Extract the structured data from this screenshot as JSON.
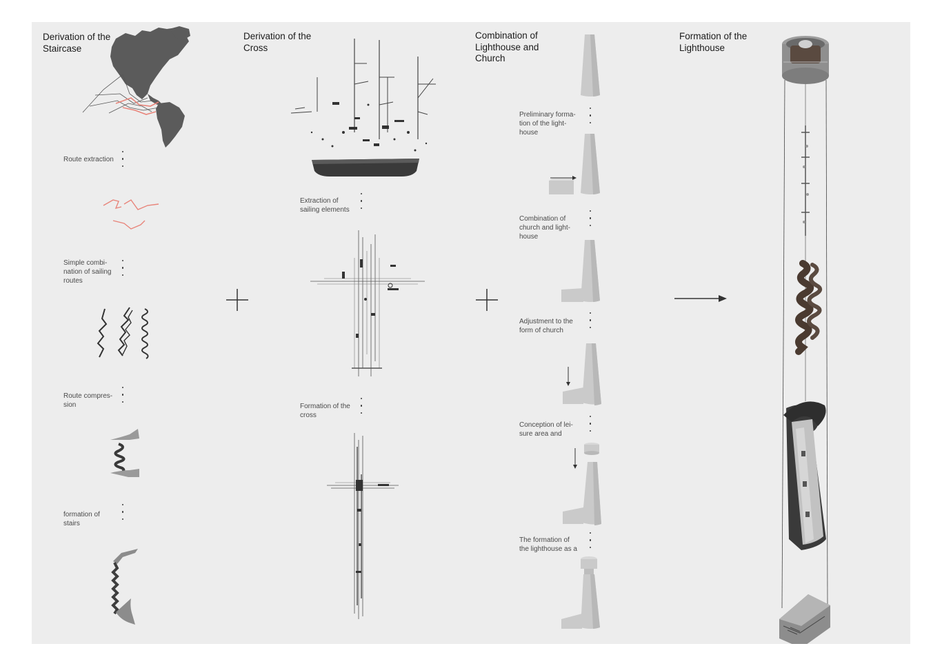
{
  "columns": {
    "staircase": {
      "title": "Derivation of the\nStaircase",
      "steps": [
        "Route extraction",
        "Simple combi-\nnation of  sailing\nroutes",
        "Route compres-\nsion",
        "formation of\nstairs"
      ]
    },
    "cross": {
      "title": "Derivation of the\nCross",
      "steps": [
        "Extraction of\nsailing elements",
        "Formation of the\ncross"
      ]
    },
    "combination": {
      "title": "Combination of\nLighthouse and\nChurch",
      "steps": [
        "Preliminary forma-\ntion of the light-\nhouse",
        "Combination of\nchurch and light-\nhouse",
        "Adjustment to the\nform of church",
        "Conception of lei-\nsure area and",
        "The formation of\nthe lighthouse as a"
      ]
    },
    "formation": {
      "title": "Formation of the\nLighthouse"
    }
  },
  "colors": {
    "background": "#ededed",
    "route_accent": "#e8847a",
    "ink": "#1a1a1a",
    "model_grey": "#c8c8c8"
  },
  "icons": [
    "world-map-icon",
    "plus-icon",
    "arrow-right-icon",
    "sailing-ship-icon"
  ]
}
